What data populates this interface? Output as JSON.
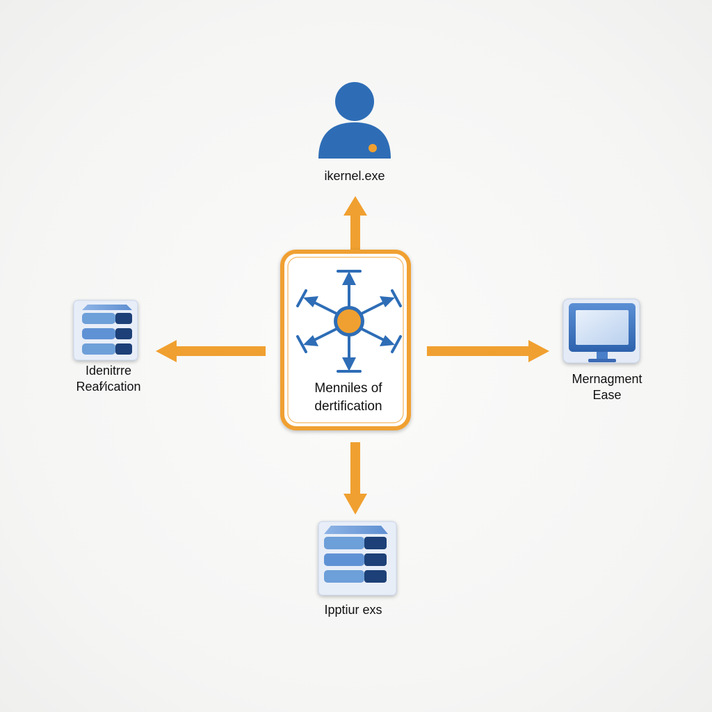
{
  "colors": {
    "arrow": "#f0a030",
    "hub_border": "#f0a030",
    "hub_fill": "#ffffff",
    "icon_blue": "#2e6db6",
    "icon_light_blue": "#6d9fd8",
    "icon_dark_blue": "#1f3f77",
    "hub_dot": "#f0a030",
    "text": "#111111"
  },
  "nodes": {
    "center": {
      "label": "Menniles of\ndertification",
      "icon": "network-hub-icon"
    },
    "top": {
      "label": "ikernel.exe",
      "icon": "user-icon"
    },
    "left": {
      "label": "Idenitrre\nReaf⁄ication",
      "icon": "server-stack-icon"
    },
    "right": {
      "label": "Mernagment\nEase",
      "icon": "monitor-icon"
    },
    "bottom": {
      "label": "Ipptiur exs",
      "icon": "server-stack-icon"
    }
  },
  "edges": [
    {
      "from": "center",
      "to": "top"
    },
    {
      "from": "center",
      "to": "left"
    },
    {
      "from": "center",
      "to": "right"
    },
    {
      "from": "center",
      "to": "bottom"
    }
  ]
}
